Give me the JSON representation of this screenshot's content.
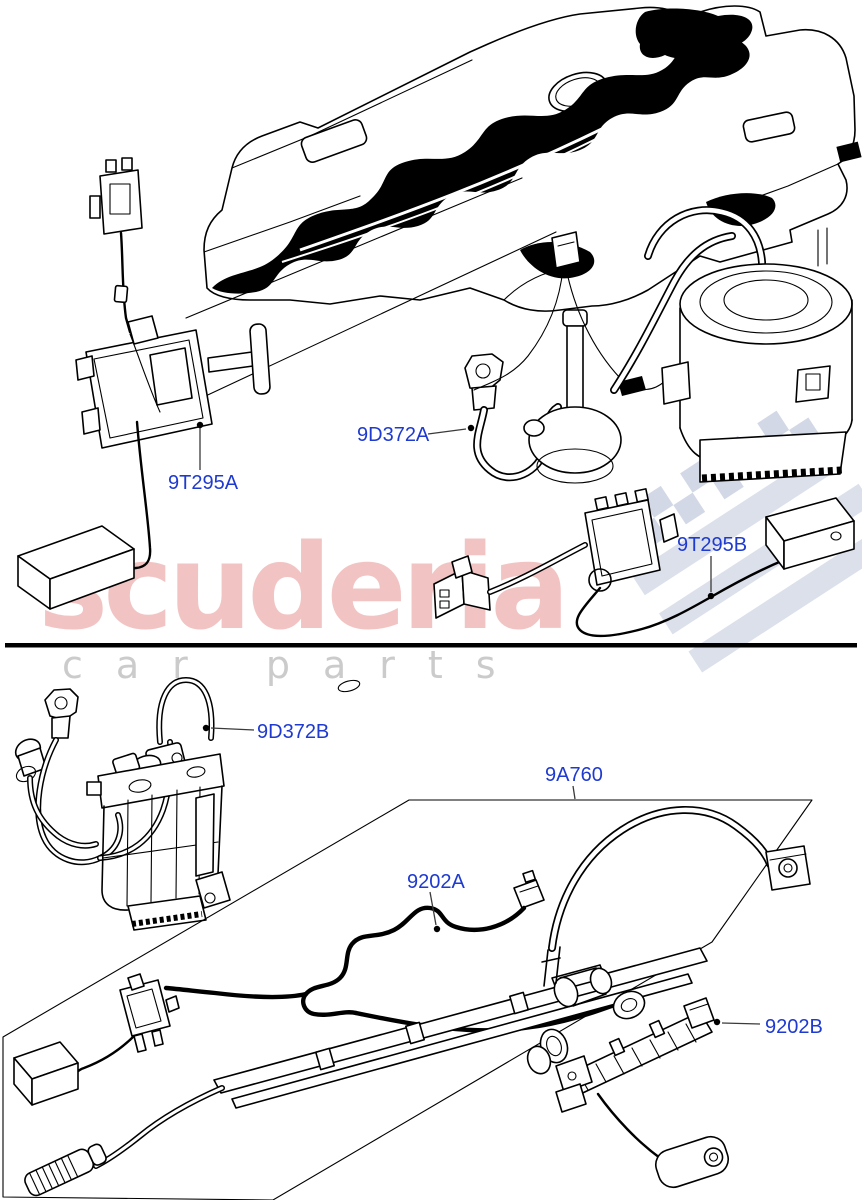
{
  "diagram": {
    "kind": "exploded-parts-line-drawing",
    "subject": "Fuel pump and sender unit",
    "sections": 2
  },
  "labels": [
    {
      "text": "9T295A"
    },
    {
      "text": "9D372A"
    },
    {
      "text": "9T295B"
    },
    {
      "text": "9D372B"
    },
    {
      "text": "9A760"
    },
    {
      "text": "9202A"
    },
    {
      "text": "9202B"
    }
  ],
  "watermark": {
    "brand": "scuderia",
    "subtext": "car parts",
    "brand_color": "#efb5b5",
    "subtext_color": "#c9c9c9"
  },
  "colors": {
    "label_blue": "#1e3ad0",
    "line": "#000000",
    "background": "#ffffff",
    "flag_gray": "#dbe0eb"
  }
}
